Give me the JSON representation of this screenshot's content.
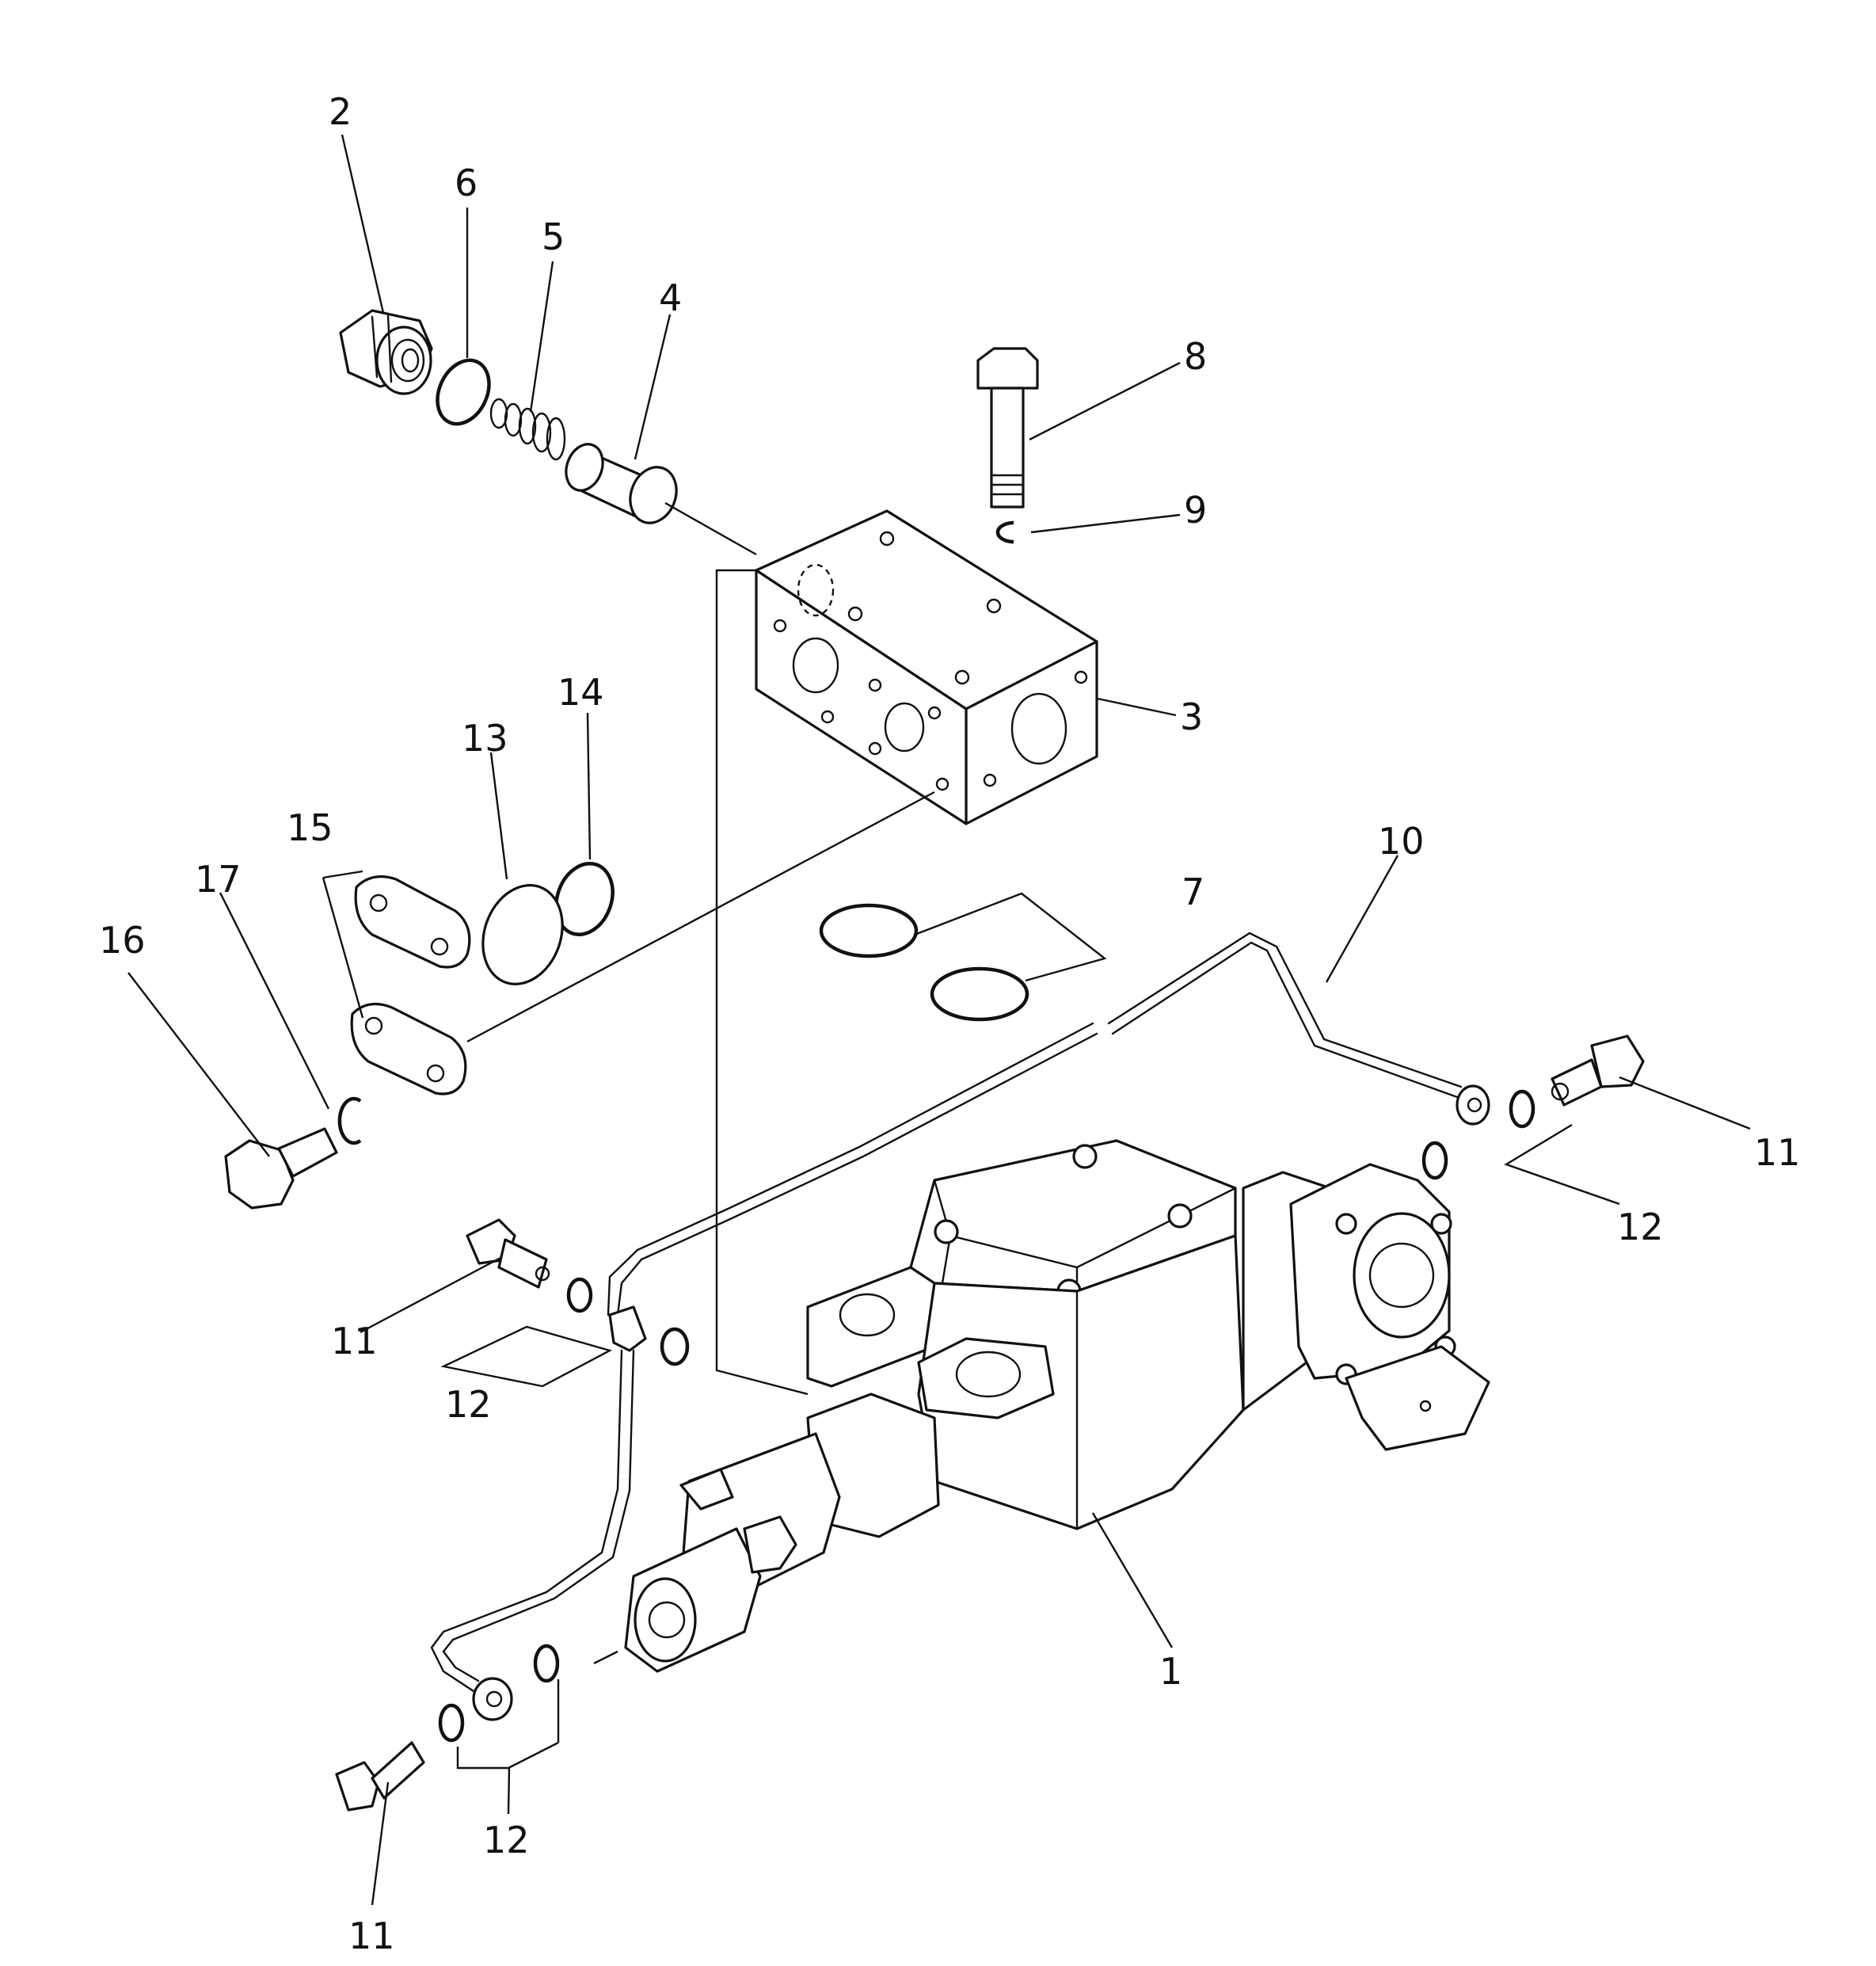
{
  "callouts": [
    {
      "id": "c2",
      "text": "2"
    },
    {
      "id": "c6",
      "text": "6"
    },
    {
      "id": "c5",
      "text": "5"
    },
    {
      "id": "c4",
      "text": "4"
    },
    {
      "id": "c8",
      "text": "8"
    },
    {
      "id": "c9",
      "text": "9"
    },
    {
      "id": "c3",
      "text": "3"
    },
    {
      "id": "c14",
      "text": "14"
    },
    {
      "id": "c13",
      "text": "13"
    },
    {
      "id": "c15",
      "text": "15"
    },
    {
      "id": "c17",
      "text": "17"
    },
    {
      "id": "c16",
      "text": "16"
    },
    {
      "id": "c7",
      "text": "7"
    },
    {
      "id": "c10",
      "text": "10"
    },
    {
      "id": "c11a",
      "text": "11"
    },
    {
      "id": "c12a",
      "text": "12"
    },
    {
      "id": "c11b",
      "text": "11"
    },
    {
      "id": "c12b",
      "text": "12"
    },
    {
      "id": "c1",
      "text": "1"
    },
    {
      "id": "c12c",
      "text": "12"
    },
    {
      "id": "c11c",
      "text": "11"
    }
  ]
}
